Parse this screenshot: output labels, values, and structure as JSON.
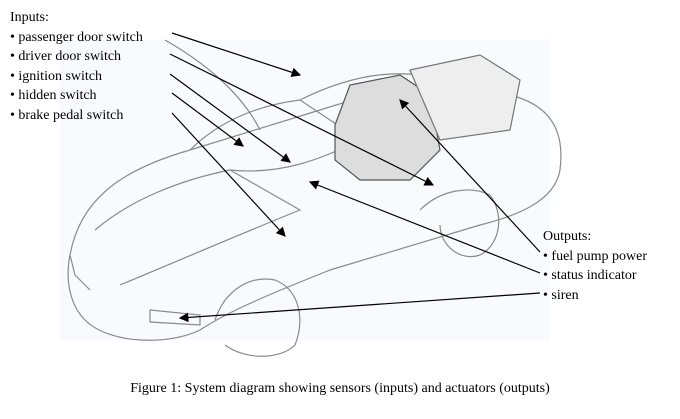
{
  "inputs": {
    "heading": "Inputs:",
    "items": [
      "• passenger door switch",
      "• driver door switch",
      "• ignition switch",
      "• hidden switch",
      "• brake pedal switch"
    ]
  },
  "outputs": {
    "heading": "Outputs:",
    "items": [
      "• fuel pump power",
      "• status indicator",
      "• siren"
    ]
  },
  "caption": "Figure 1: System diagram showing sensors (inputs) and actuators (outputs)"
}
